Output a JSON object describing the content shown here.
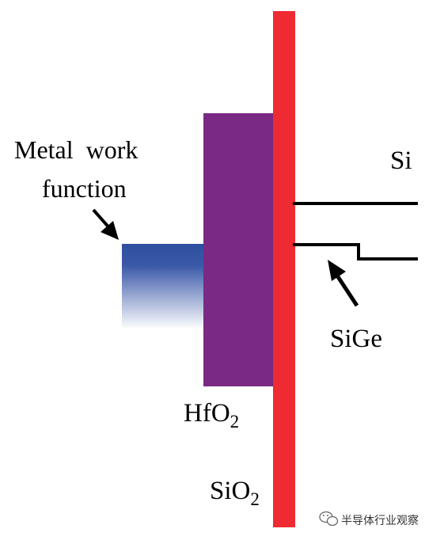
{
  "labels": {
    "metal_line1": "Metal  work",
    "metal_line2": "function",
    "si": "Si",
    "sige": "SiGe",
    "hfo2_main": "HfO",
    "hfo2_sub": "2",
    "sio2_main": "SiO",
    "sio2_sub": "2"
  },
  "watermark": {
    "text": "半导体行业观察",
    "icon": "wechat-logo-icon"
  },
  "colors": {
    "sio2": "#ee2a32",
    "hfo2": "#7a2a85",
    "metal_top": "#2e4fa0",
    "metal_bottom": "#ffffff",
    "lines": "#000000"
  }
}
